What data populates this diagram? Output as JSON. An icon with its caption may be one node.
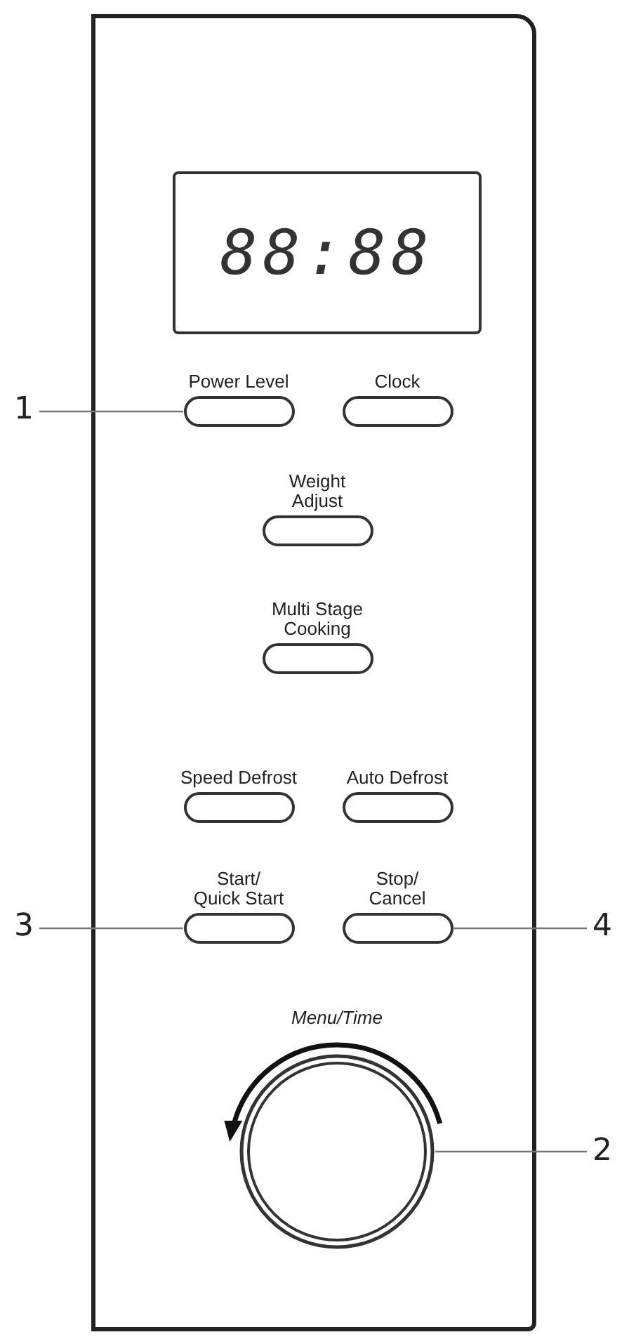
{
  "diagram": {
    "nodes": [
      {
        "text": [],
        "shape": "box"
      },
      {
        "text": [
          "88:88"
        ],
        "in": 0
      },
      {
        "text": [
          "Power Level"
        ],
        "in": 0
      },
      {
        "text": [
          "Clock"
        ],
        "in": 0
      },
      {
        "text": [
          "Weight Adjust"
        ],
        "in": 0
      },
      {
        "text": [
          "Multi Stage Cooking"
        ],
        "in": 0
      },
      {
        "text": [
          "Speed Defrost"
        ],
        "in": 0
      },
      {
        "text": [
          "Auto Defrost"
        ],
        "in": 0
      },
      {
        "text": [
          "Start/ Quick Start"
        ],
        "in": 0
      },
      {
        "text": [
          "Stop/ Cancel"
        ],
        "in": 0
      },
      {
        "text": [
          "Menu/Time"
        ],
        "in": 0
      },
      {
        "text": [
          "1"
        ]
      },
      {
        "text": [
          "3"
        ]
      },
      {
        "text": [
          "4"
        ]
      },
      {
        "text": [
          "2"
        ]
      }
    ],
    "edges": [
      {
        "from": 11,
        "to": 2,
        "arrow": "none"
      },
      {
        "from": 12,
        "to": 8,
        "arrow": "none"
      },
      {
        "from": 13,
        "to": 9,
        "arrow": "none"
      },
      {
        "from": 14,
        "to": 10,
        "arrow": "none"
      }
    ]
  }
}
